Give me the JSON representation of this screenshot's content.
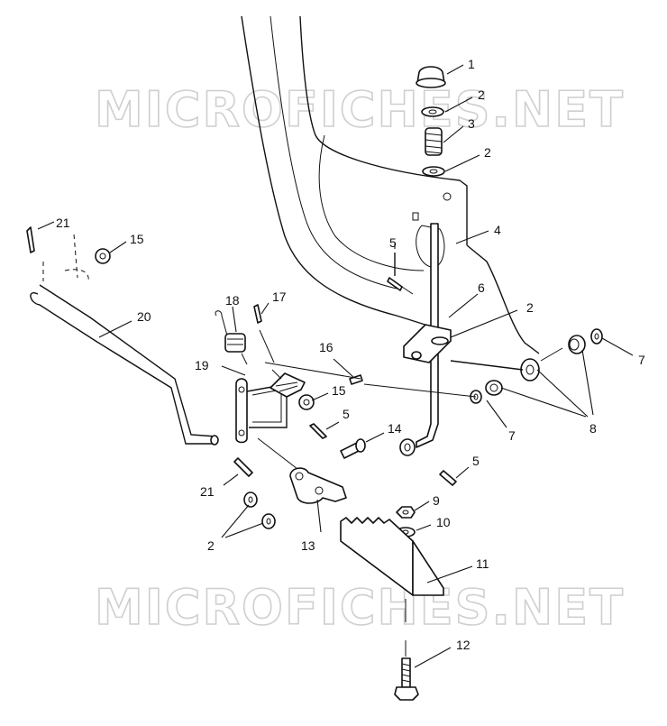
{
  "watermark": "MICROFICHES.NET",
  "callouts": {
    "c1": "1",
    "c2a": "2",
    "c3": "3",
    "c2b": "2",
    "c4": "4",
    "c5a": "5",
    "c6": "6",
    "c2c": "2",
    "c7a": "7",
    "c7b": "7",
    "c8": "8",
    "c21a": "21",
    "c15a": "15",
    "c20": "20",
    "c18": "18",
    "c17": "17",
    "c16": "16",
    "c19": "19",
    "c15b": "15",
    "c5b": "5",
    "c14": "14",
    "c5c": "5",
    "c21b": "21",
    "c9": "9",
    "c10": "10",
    "c2d": "2",
    "c13": "13",
    "c11": "11",
    "c12": "12"
  }
}
